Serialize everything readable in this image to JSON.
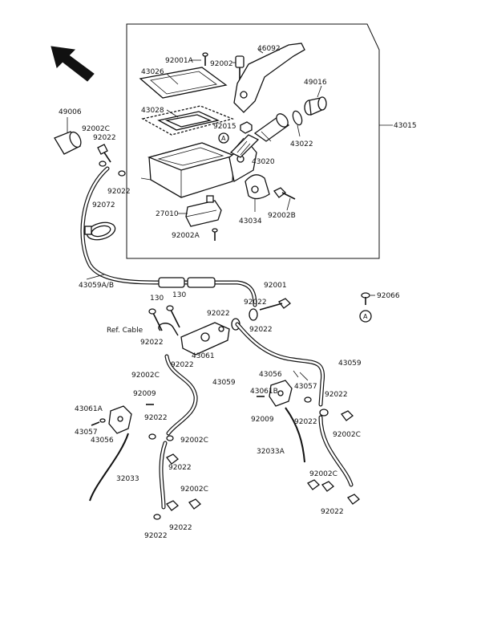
{
  "labels": {
    "l43015": "43015",
    "l92001A": "92001A",
    "l46092": "46092",
    "l43026": "43026",
    "l92002": "92002",
    "l49016": "49016",
    "l43028": "43028",
    "l92015": "92015",
    "l43022": "43022",
    "l43020": "43020",
    "l49006": "49006",
    "l92002C_a": "92002C",
    "l92022_a": "92022",
    "l92022_b": "92022",
    "l92072": "92072",
    "l27010": "27010",
    "l43034": "43034",
    "l92002B": "92002B",
    "l92002A": "92002A",
    "l43059AB": "43059A/B",
    "l92001": "92001",
    "l92066": "92066",
    "l130_a": "130",
    "l130_b": "130",
    "l92022_c": "92022",
    "l92022_d": "92022",
    "lRefCable": "Ref. Cable",
    "l92022_e": "92022",
    "l92022_f": "92022",
    "l43061": "43061",
    "l92002C_b": "92002C",
    "l43059_a": "43059",
    "l92022_g": "92022",
    "l43059_b": "43059",
    "l43056_a": "43056",
    "l43057_a": "43057",
    "l43061B": "43061B",
    "l92009_a": "92009",
    "l92022_h": "92022",
    "l43061A": "43061A",
    "l92022_i": "92022",
    "l43057_b": "43057",
    "l43056_b": "43056",
    "l92002C_c": "92002C",
    "l92022_j": "92022",
    "l92009_b": "92009",
    "l92022_k": "92022",
    "l92002C_d": "92002C",
    "l32033A": "32033A",
    "l32033": "32033",
    "l92002C_e": "92002C",
    "l92002C_f": "92002C",
    "l92022_l": "92022",
    "l92022_m": "92022",
    "l92022_n": "92022",
    "refA_1": "A",
    "refA_2": "A"
  }
}
